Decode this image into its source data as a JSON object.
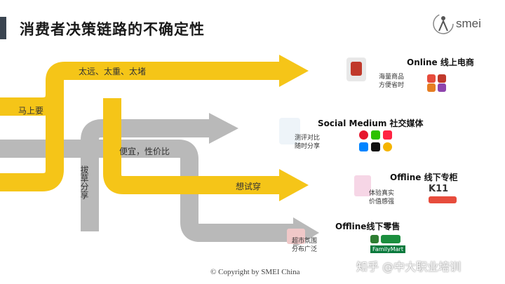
{
  "title": "消费者决策链路的不确定性",
  "logo": {
    "text": "smei"
  },
  "flows": {
    "label_far": "太远、太重、太堵",
    "label_now": "马上要",
    "label_cheap": "便宜，性价比",
    "label_try": "想试穿",
    "label_grass": "拔草分享"
  },
  "channels": [
    {
      "title": "Online 线上电商",
      "desc": [
        "海量商品",
        "方便省时"
      ]
    },
    {
      "title": "Social Medium 社交媒体",
      "desc": [
        "测评对比",
        "随时分享"
      ]
    },
    {
      "title": "Offline 线下专柜",
      "desc": [
        "体验真实",
        "价值感强"
      ],
      "brand": "K11"
    },
    {
      "title": "Offline线下零售",
      "desc": [
        "超市氛围",
        "分布广泛"
      ],
      "brand": "FamilyMart"
    }
  ],
  "copyright": "© Copyright by SMEI China",
  "watermark": "知乎 @中大职业培训",
  "colors": {
    "yellow": "#f5c518",
    "gray": "#b4b4b4",
    "title_bar": "#3a4450"
  }
}
